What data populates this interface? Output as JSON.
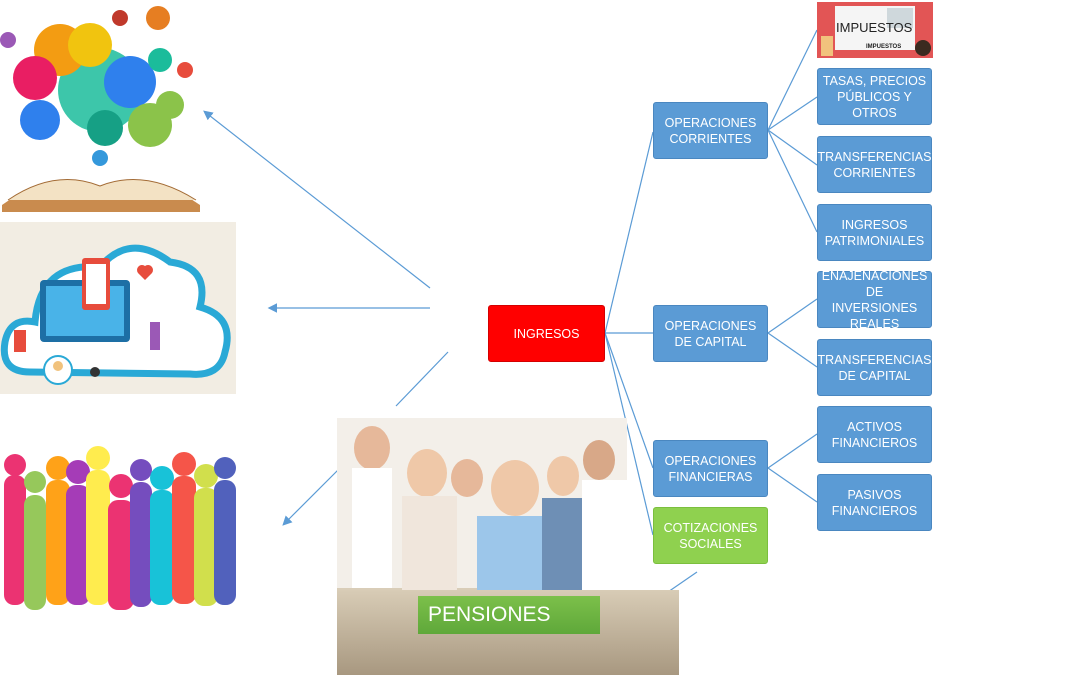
{
  "root": {
    "label": "INGRESOS"
  },
  "categories": {
    "corrientes": "OPERACIONES CORRIENTES",
    "capital": "OPERACIONES DE CAPITAL",
    "financieras": "OPERACIONES FINANCIERAS",
    "cotizaciones": "COTIZACIONES SOCIALES"
  },
  "leaves": {
    "impuestos": "IMPUESTOS",
    "tasas": "TASAS, PRECIOS PÚBLICOS Y OTROS",
    "transferencias_corrientes": "TRANSFERENCIAS CORRIENTES",
    "ingresos_patrimoniales": "INGRESOS PATRIMONIALES",
    "enajenaciones": "ENAJENACIONES DE INVERSIONES REALES",
    "transferencias_capital": "TRANSFERENCIAS DE CAPITAL",
    "activos": "ACTIVOS FINANCIEROS",
    "pasivos": "PASIVOS FINANCIEROS"
  },
  "images": {
    "impuestos_sub": "IMPUESTOS",
    "pensiones": "PENSIONES"
  },
  "colors": {
    "node_blue": "#5b9bd5",
    "root_red": "#ff0000",
    "cotizaciones_green": "#8fd14f",
    "connector": "#5b9bd5"
  },
  "icons": [
    "education-illustration",
    "health-illustration",
    "people-silhouettes",
    "taxes-photo",
    "pensioners-photo"
  ]
}
